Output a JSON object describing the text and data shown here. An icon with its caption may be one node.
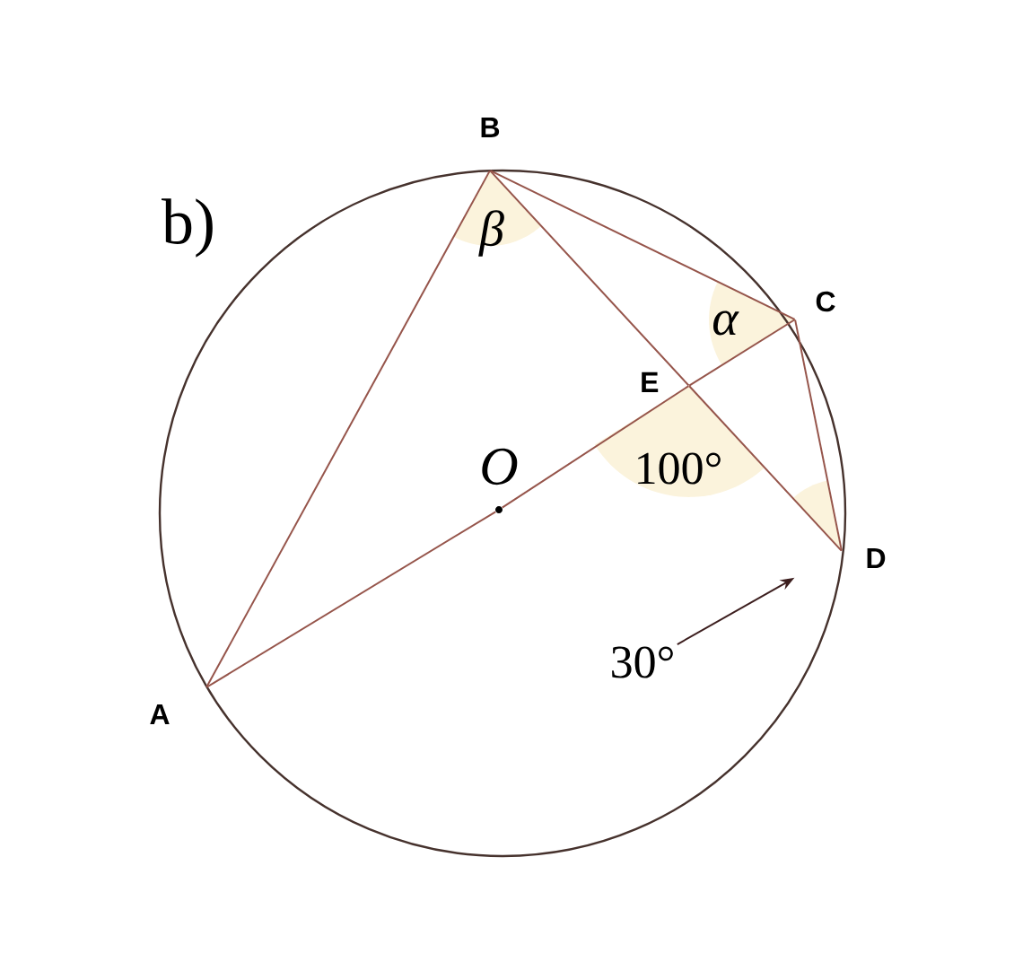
{
  "diagram": {
    "nodes": [
      {
        "text": [
          "B"
        ]
      },
      {
        "text": [
          "C"
        ]
      },
      {
        "text": [
          "E"
        ]
      },
      {
        "text": [
          "O"
        ]
      },
      {
        "text": [
          "D"
        ]
      },
      {
        "text": [
          "A"
        ]
      },
      {
        "text": [
          "30°"
        ]
      }
    ],
    "edges": [
      {
        "from": 0,
        "to": 5,
        "arrow": "none"
      },
      {
        "from": 0,
        "to": 1,
        "arrow": "none"
      },
      {
        "from": 0,
        "to": 2,
        "arrow": "none"
      },
      {
        "from": 2,
        "to": 4,
        "arrow": "none"
      },
      {
        "from": 5,
        "to": 3,
        "arrow": "none"
      },
      {
        "from": 3,
        "to": 2,
        "arrow": "none"
      },
      {
        "from": 2,
        "to": 1,
        "arrow": "none"
      },
      {
        "from": 1,
        "to": 4,
        "arrow": "none"
      },
      {
        "from": 6,
        "to": 4,
        "arrow": "to"
      }
    ],
    "labels": [
      "b)",
      "β",
      "α",
      "100°"
    ]
  }
}
